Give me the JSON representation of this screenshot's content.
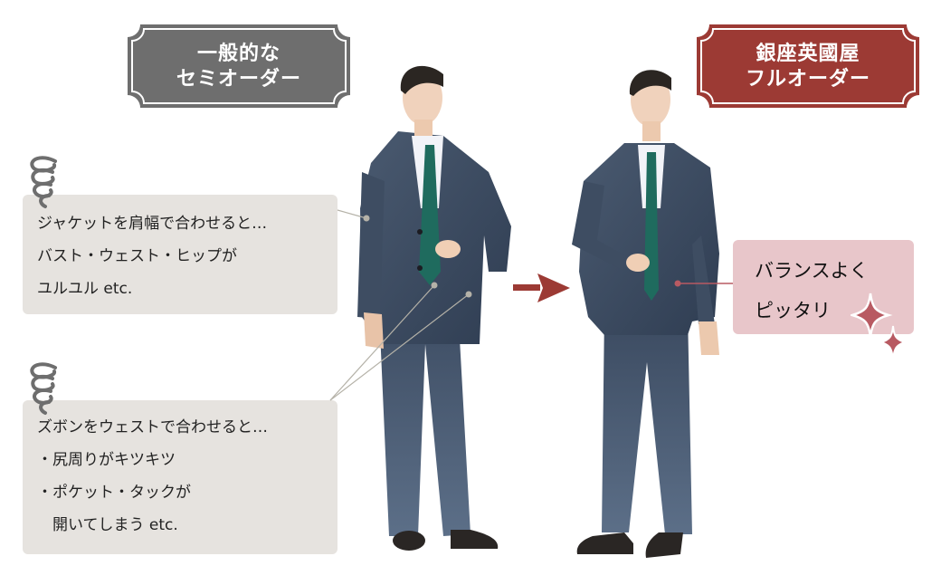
{
  "left_plaque": {
    "line1": "一般的な",
    "line2": "セミオーダー",
    "color": "#6e6e6e"
  },
  "right_plaque": {
    "line1": "銀座英國屋",
    "line2": "フルオーダー",
    "color": "#9c3a34"
  },
  "jacket_note": {
    "lines": [
      "ジャケットを肩幅で合わせると…",
      "バスト・ウェスト・ヒップが",
      "ユルユル etc."
    ],
    "icon": "dizzy-spiral-icon"
  },
  "trousers_note": {
    "lines": [
      "ズボンをウェストで合わせると…",
      "・尻周りがキツキツ",
      "・ポケット・タックが",
      "　開いてしまう etc."
    ],
    "icon": "dizzy-spiral-icon"
  },
  "fit_note": {
    "lines": [
      "バランスよく",
      "ピッタリ"
    ],
    "icon": "sparkle-icon"
  },
  "arrow": {
    "icon": "right-arrow-icon",
    "color": "#9c3a34"
  },
  "colors": {
    "suit": "#3e4d62",
    "tie": "#1f6b5e",
    "note_gray": "#e6e3df",
    "note_pink": "#e8c6ca",
    "sparkle": "#b85a62"
  }
}
